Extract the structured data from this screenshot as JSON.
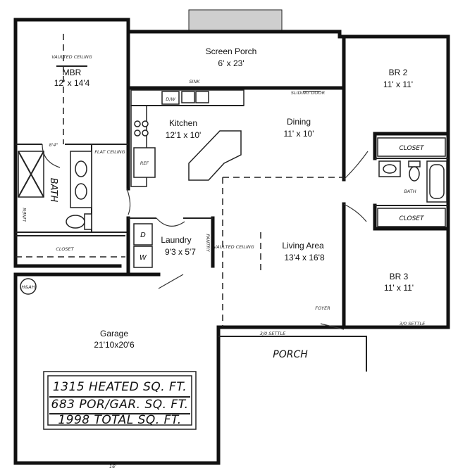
{
  "rooms": {
    "mbr": {
      "name": "MBR",
      "dim": "12' x 14'4",
      "note": "VAULTED CEILING"
    },
    "screen_porch": {
      "name": "Screen Porch",
      "dim": "6' x 23'"
    },
    "br2": {
      "name": "BR 2",
      "dim": "11' x 11'"
    },
    "kitchen": {
      "name": "Kitchen",
      "dim": "12'1 x 10'"
    },
    "dining": {
      "name": "Dining",
      "dim": "11' x 10'"
    },
    "laundry": {
      "name": "Laundry",
      "dim": "9'3 x 5'7"
    },
    "living": {
      "name": "Living Area",
      "dim": "13'4 x 16'8"
    },
    "br3": {
      "name": "BR 3",
      "dim": "11' x  11'"
    },
    "garage": {
      "name": "Garage",
      "dim": "21'10x20'6"
    },
    "porch": {
      "name": "PORCH"
    },
    "bath_master": {
      "name": "BATH"
    },
    "bath_hall": {
      "name": "BATH"
    }
  },
  "labels": {
    "closet_br2": "CLOSET",
    "closet_br3": "CLOSET",
    "dw": "D/W",
    "ref": "REF",
    "washer": "W",
    "dryer": "D",
    "dim_84": "8'4\"",
    "dim_16": "16'",
    "flat_ceiling": "FLAT CEILING",
    "vaulted_ceiling": "VAULTED CEILING",
    "walk_in_closet": "CLOSET",
    "pantry": "PANTRY",
    "linen": "LINEN",
    "heat": "H&AH",
    "sliding_door": "SLIDING DOOR",
    "window_sink": "SINK",
    "window_front_left": "3/0 SETTLE",
    "window_front_right": "3/0 SETTLE",
    "foyer": "FOYER"
  },
  "summary": {
    "heated": "1315 HEATED SQ. FT.",
    "porch_garage": "683 POR/GAR. SQ. FT.",
    "total": "1998 TOTAL SQ. FT."
  }
}
